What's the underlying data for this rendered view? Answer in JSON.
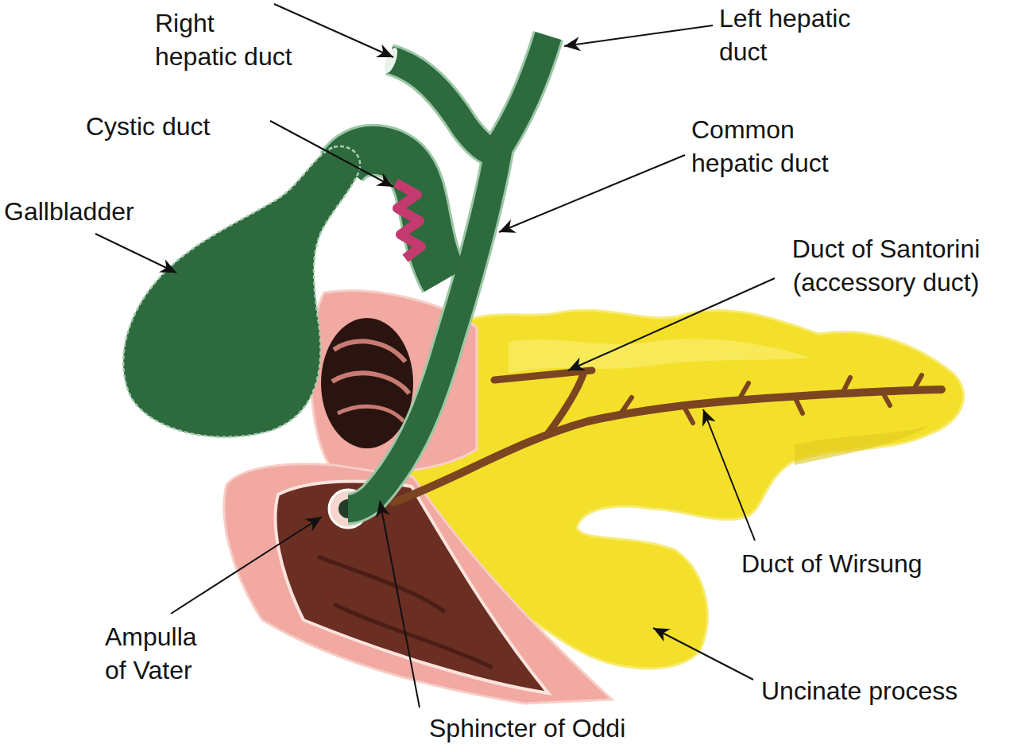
{
  "diagram": {
    "labels": [
      "Right hepatic duct",
      "Left hepatic duct",
      "Cystic duct",
      "Common hepatic duct",
      "Gallbladder",
      "Duct of Santorini (accessory duct)",
      "Duct of Wirsung",
      "Ampulla of Vater",
      "Uncinate process",
      "Sphincter of Oddi"
    ]
  }
}
